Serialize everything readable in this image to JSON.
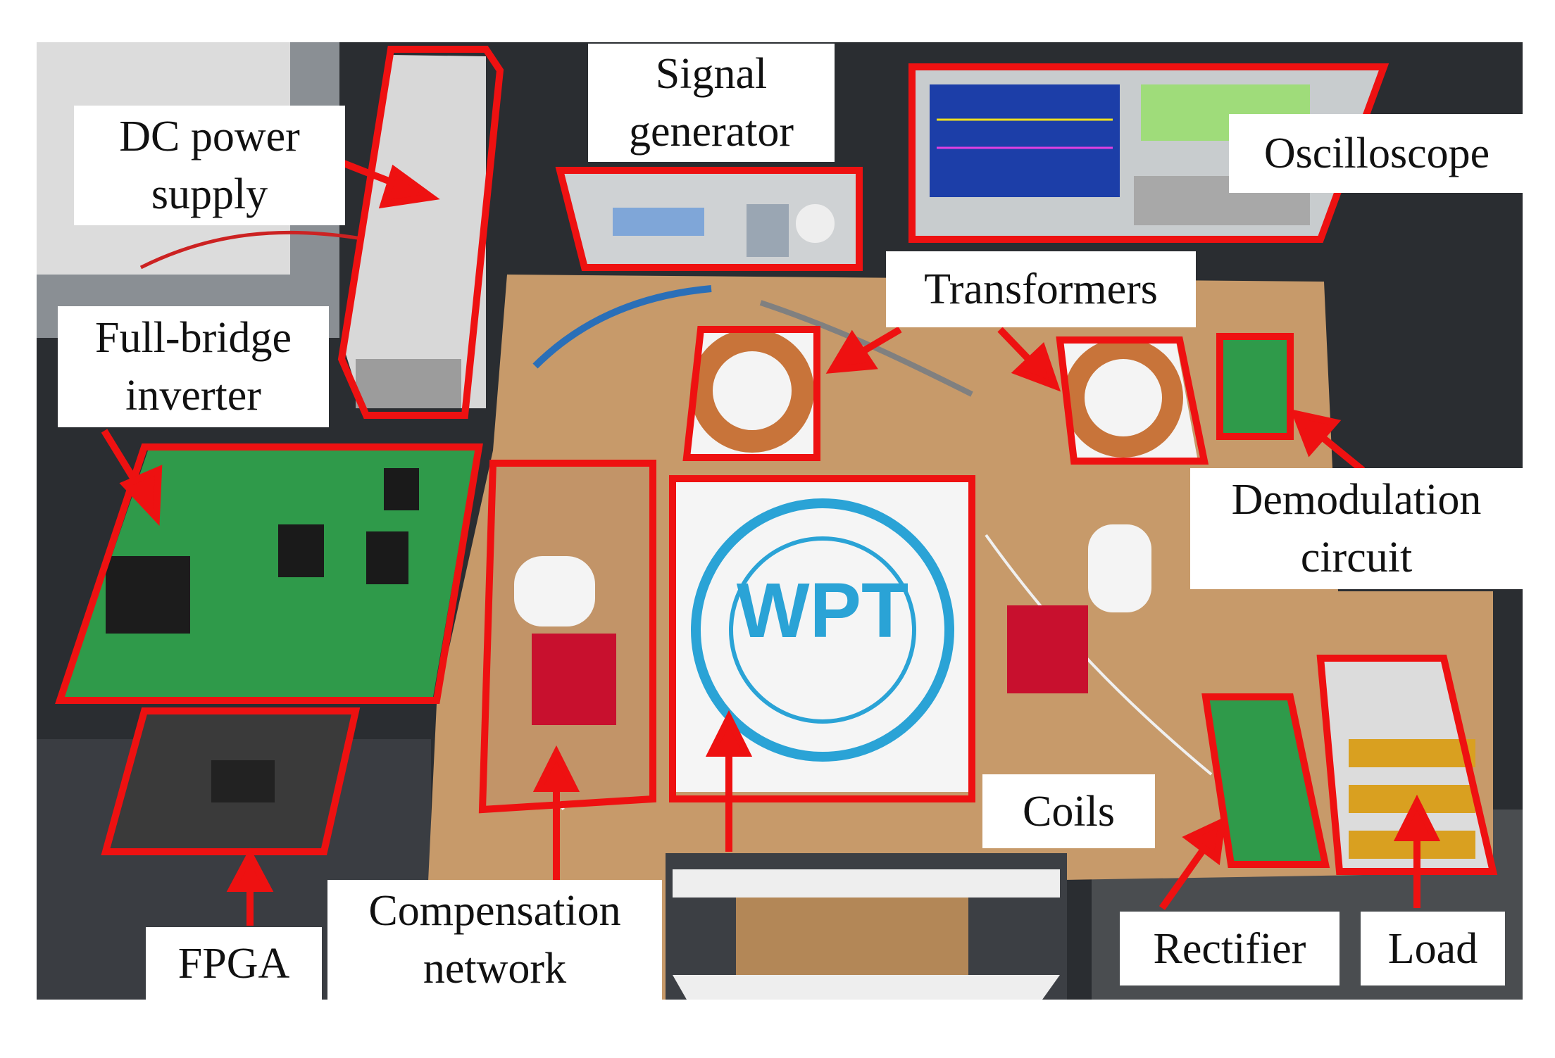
{
  "figure": {
    "colors": {
      "annotation_red": "#ee1111",
      "bench_wood": "#c79a6a",
      "pcb_green": "#2f9a4a",
      "coil_copper": "#c8743a",
      "wpt_blue": "#2aa3d6",
      "background_dark": "#2a2d31"
    },
    "labels": {
      "dc_power_supply": [
        "DC power",
        "supply"
      ],
      "signal_generator": [
        "Signal",
        "generator"
      ],
      "oscilloscope": "Oscilloscope",
      "transformers": "Transformers",
      "full_bridge_inverter": [
        "Full-bridge",
        "inverter"
      ],
      "demodulation_circuit": [
        "Demodulation",
        "circuit"
      ],
      "coils": "Coils",
      "fpga": "FPGA",
      "compensation_network": [
        "Compensation",
        "network"
      ],
      "rectifier": "Rectifier",
      "load": "Load"
    },
    "logo_text": "WPT"
  }
}
